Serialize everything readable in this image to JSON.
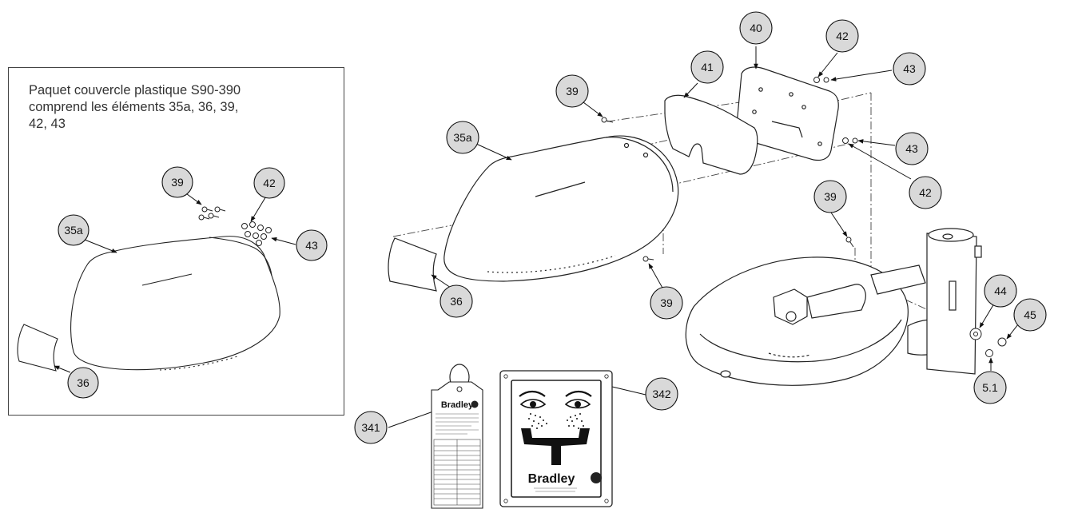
{
  "inset": {
    "note_lines": [
      "Paquet couvercle plastique S90-390",
      "comprend les éléments 35a, 36, 39,",
      "42, 43"
    ]
  },
  "callouts": {
    "inset_39": "39",
    "inset_42": "42",
    "inset_35a": "35a",
    "inset_43": "43",
    "inset_36": "36",
    "main_40": "40",
    "main_42_top": "42",
    "main_41": "41",
    "main_39_top": "39",
    "main_43_top": "43",
    "main_35a": "35a",
    "main_43_mid": "43",
    "main_42_mid": "42",
    "main_39_right": "39",
    "main_36": "36",
    "main_39_bottom": "39",
    "main_44": "44",
    "main_45": "45",
    "main_51": "5.1",
    "main_341": "341",
    "main_342": "342"
  },
  "tag": {
    "brand": "Bradley"
  },
  "sign": {
    "brand": "Bradley"
  }
}
